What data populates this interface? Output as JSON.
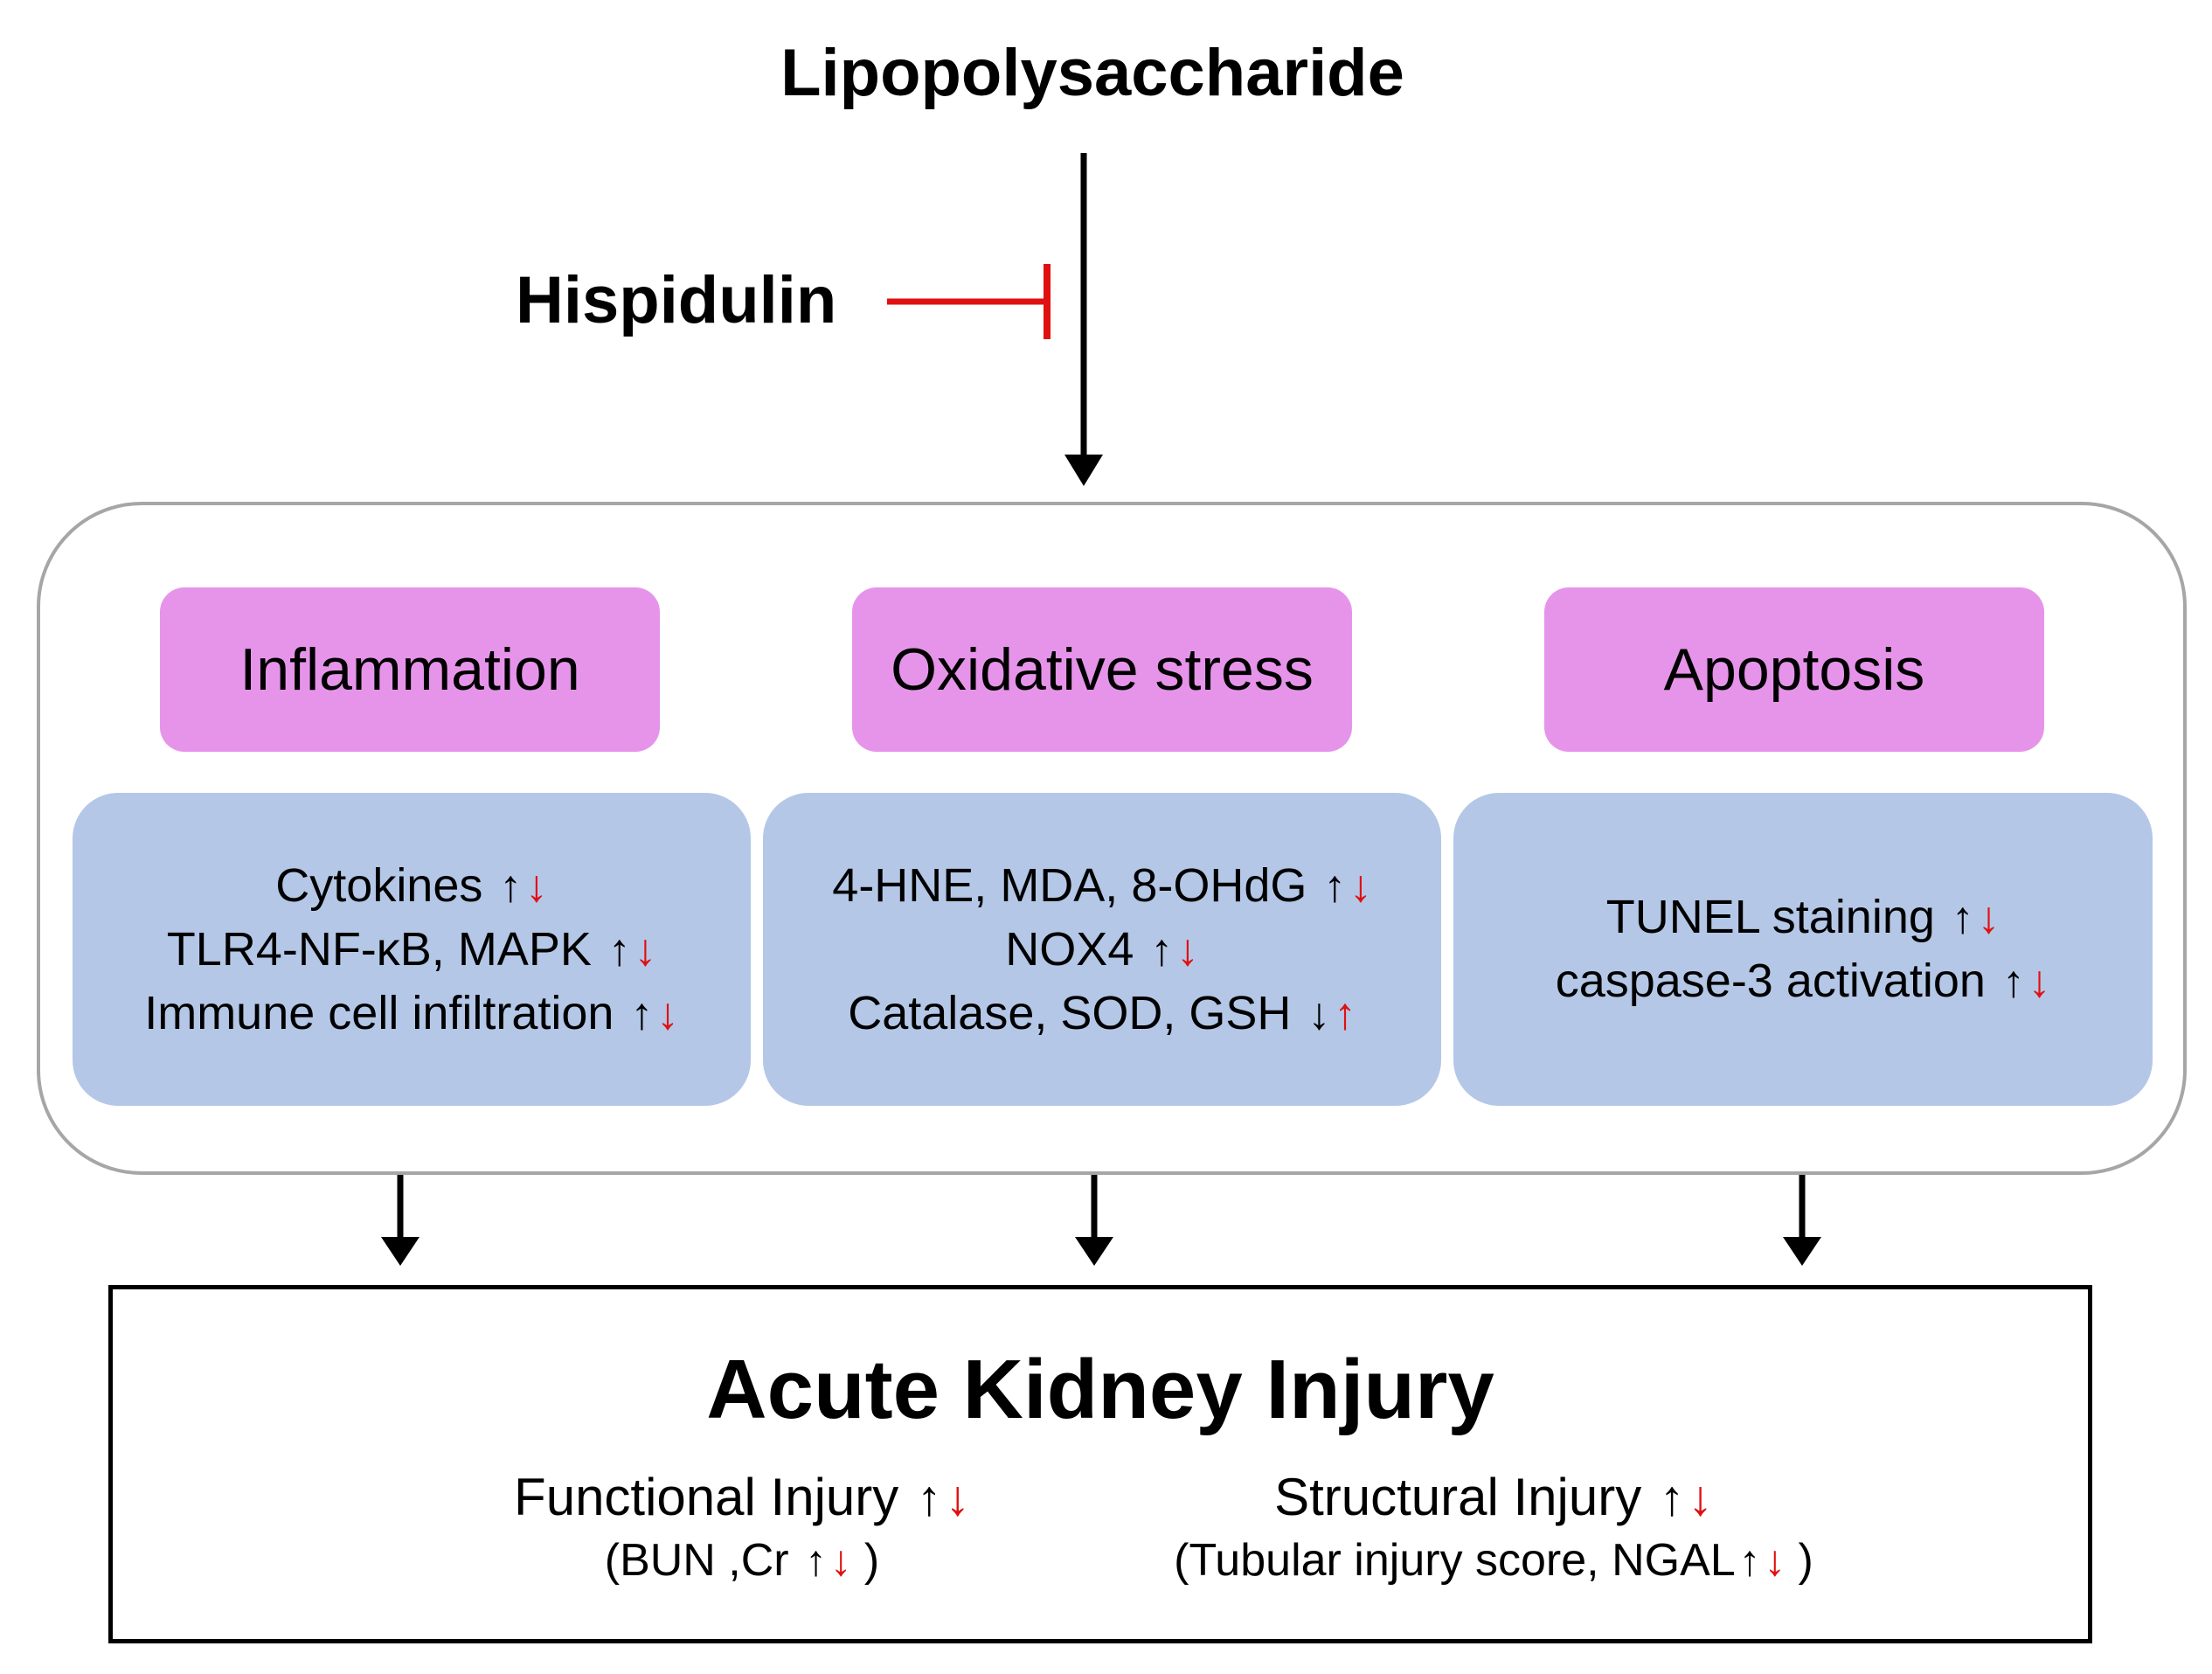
{
  "trigger": "Lipopolysaccharide",
  "inhibitor": "Hispidulin",
  "colors": {
    "category_fill": "#e694ea",
    "panel_fill": "#b4c7e7",
    "container_border": "#a6a6a6",
    "inhibit": "#e01010",
    "decrease_arrow": "#e01010"
  },
  "categories": [
    {
      "label": "Inflammation",
      "lines": [
        {
          "text": "Cytokines",
          "arrows": [
            {
              "glyph": "↑",
              "color": "black"
            },
            {
              "glyph": "↓",
              "color": "red"
            }
          ]
        },
        {
          "text": "TLR4-NF-κB,  MAPK",
          "arrows": [
            {
              "glyph": "↑",
              "color": "black"
            },
            {
              "glyph": "↓",
              "color": "red"
            }
          ]
        },
        {
          "text": "Immune cell infiltration",
          "arrows": [
            {
              "glyph": "↑",
              "color": "black"
            },
            {
              "glyph": "↓",
              "color": "red"
            }
          ]
        }
      ]
    },
    {
      "label": "Oxidative stress",
      "lines": [
        {
          "text": "4-HNE,  MDA,  8-OHdG",
          "arrows": [
            {
              "glyph": "↑",
              "color": "black"
            },
            {
              "glyph": "↓",
              "color": "red"
            }
          ]
        },
        {
          "text": "NOX4",
          "arrows": [
            {
              "glyph": "↑",
              "color": "black"
            },
            {
              "glyph": "↓",
              "color": "red"
            }
          ]
        },
        {
          "text": "Catalase,  SOD,  GSH",
          "arrows": [
            {
              "glyph": "↓",
              "color": "black"
            },
            {
              "glyph": "↑",
              "color": "red"
            }
          ]
        }
      ]
    },
    {
      "label": "Apoptosis",
      "lines": [
        {
          "text": "TUNEL staining",
          "arrows": [
            {
              "glyph": "↑",
              "color": "black"
            },
            {
              "glyph": "↓",
              "color": "red"
            }
          ]
        },
        {
          "text": "caspase-3  activation",
          "arrows": [
            {
              "glyph": "↑",
              "color": "black"
            },
            {
              "glyph": "↓",
              "color": "red"
            }
          ]
        }
      ]
    }
  ],
  "outcome": {
    "title": "Acute Kidney Injury",
    "functional": {
      "label": "Functional  Injury",
      "sub_prefix": "(BUN ,Cr",
      "sub_suffix": " )"
    },
    "structural": {
      "label": "Structural  Injury",
      "sub_prefix": "(Tubular injury score, NGAL",
      "sub_suffix": " )"
    }
  }
}
